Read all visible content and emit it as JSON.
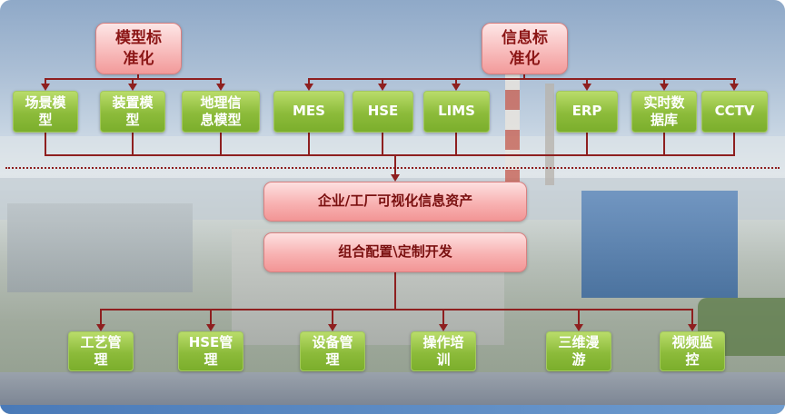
{
  "colors": {
    "arrow": "#8e1f1f",
    "green_box_top": "#b9dc6a",
    "green_box_bottom": "#7bae2c",
    "pink_box_top": "#fde6e6",
    "pink_box_bottom": "#f29a9a"
  },
  "diagram": {
    "standard_groups": [
      {
        "label": "模型标准化"
      },
      {
        "label": "信息标准化"
      }
    ],
    "sources": [
      {
        "label": "场景模型"
      },
      {
        "label": "装置模型"
      },
      {
        "label": "地理信息模型"
      },
      {
        "label": "MES"
      },
      {
        "label": "HSE"
      },
      {
        "label": "LIMS"
      },
      {
        "label": "ERP"
      },
      {
        "label": "实时数据库"
      },
      {
        "label": "CCTV"
      }
    ],
    "platform": [
      {
        "label": "企业/工厂可视化信息资产"
      },
      {
        "label": "组合配置\\定制开发"
      }
    ],
    "applications": [
      {
        "label": "工艺管理"
      },
      {
        "label": "HSE管理"
      },
      {
        "label": "设备管理"
      },
      {
        "label": "操作培训"
      },
      {
        "label": "三维漫游"
      },
      {
        "label": "视频监控"
      }
    ]
  }
}
